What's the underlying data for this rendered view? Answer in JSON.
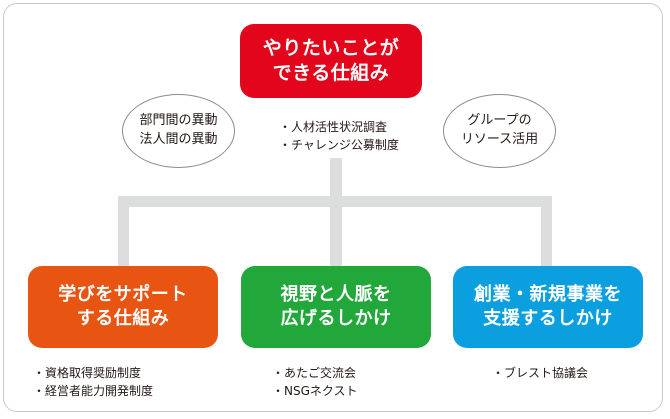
{
  "diagram": {
    "top_node": {
      "label_line1": "やりたいことが",
      "label_line2": "できる仕組み",
      "color": "#E3051B",
      "bullets": [
        "・人材活性状況調査",
        "・チャレンジ公募制度"
      ]
    },
    "ellipses": [
      {
        "name": "left",
        "line1": "部門間の異動",
        "line2": "法人間の異動"
      },
      {
        "name": "right",
        "line1": "グループの",
        "line2": "リソース活用"
      }
    ],
    "bottom_nodes": [
      {
        "key": "learning-support",
        "label_line1": "学びをサポート",
        "label_line2": "する仕組み",
        "color": "#E85513",
        "bullets": [
          "・資格取得奨励制度",
          "・経営者能力開発制度"
        ]
      },
      {
        "key": "network-broadening",
        "label_line1": "視野と人脈を",
        "label_line2": "広げるしかけ",
        "color": "#22A73B",
        "bullets": [
          "・あたご交流会",
          "・NSGネクスト"
        ]
      },
      {
        "key": "startup-support",
        "label_line1": "創業・新規事業を",
        "label_line2": "支援するしかけ",
        "color": "#0C9FE0",
        "bullets": [
          "・ブレスト協議会"
        ]
      }
    ],
    "connector_color": "#dcdddd",
    "border_color": "#c9c9c9"
  }
}
